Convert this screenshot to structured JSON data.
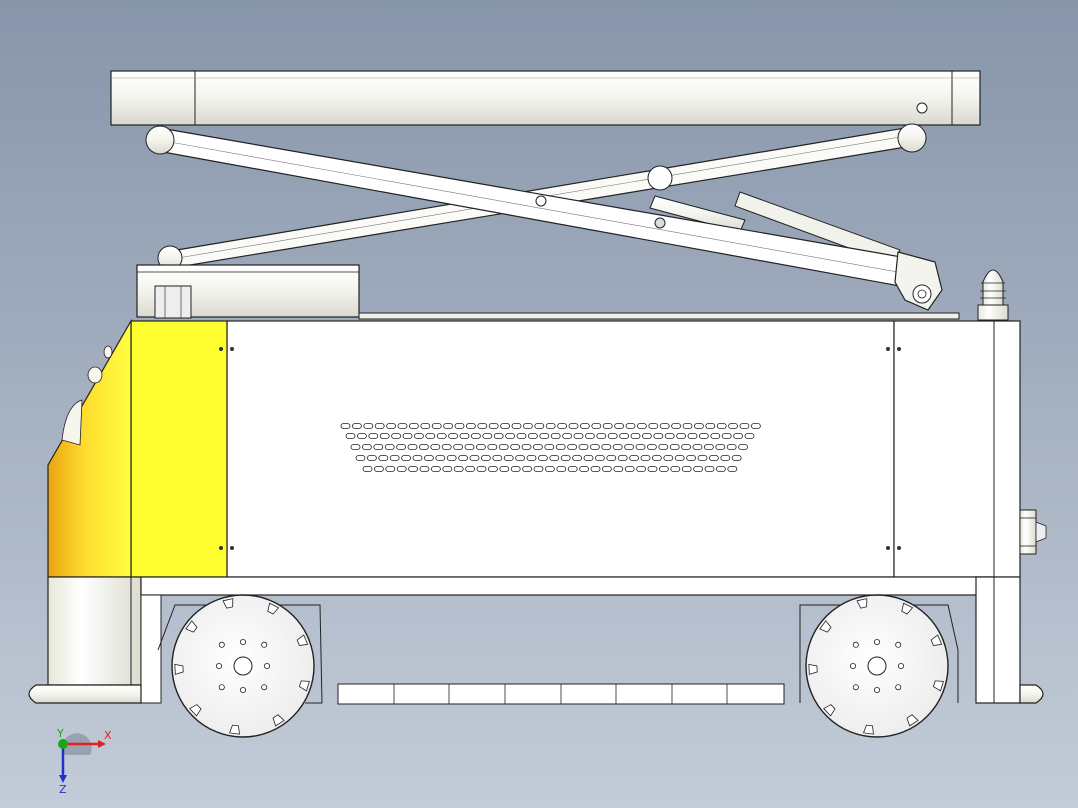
{
  "viewport": {
    "background_top": "#8795aa",
    "background_bottom": "#c3ccd8"
  },
  "model": {
    "accent_yellow": "#ffff33",
    "body_white": "#ffffff",
    "outline": "#222222"
  },
  "triad": {
    "x_label": "X",
    "y_label": "Y",
    "z_label": "Z",
    "x_color": "#e02020",
    "y_color": "#1aa51a",
    "z_color": "#2030d0"
  }
}
